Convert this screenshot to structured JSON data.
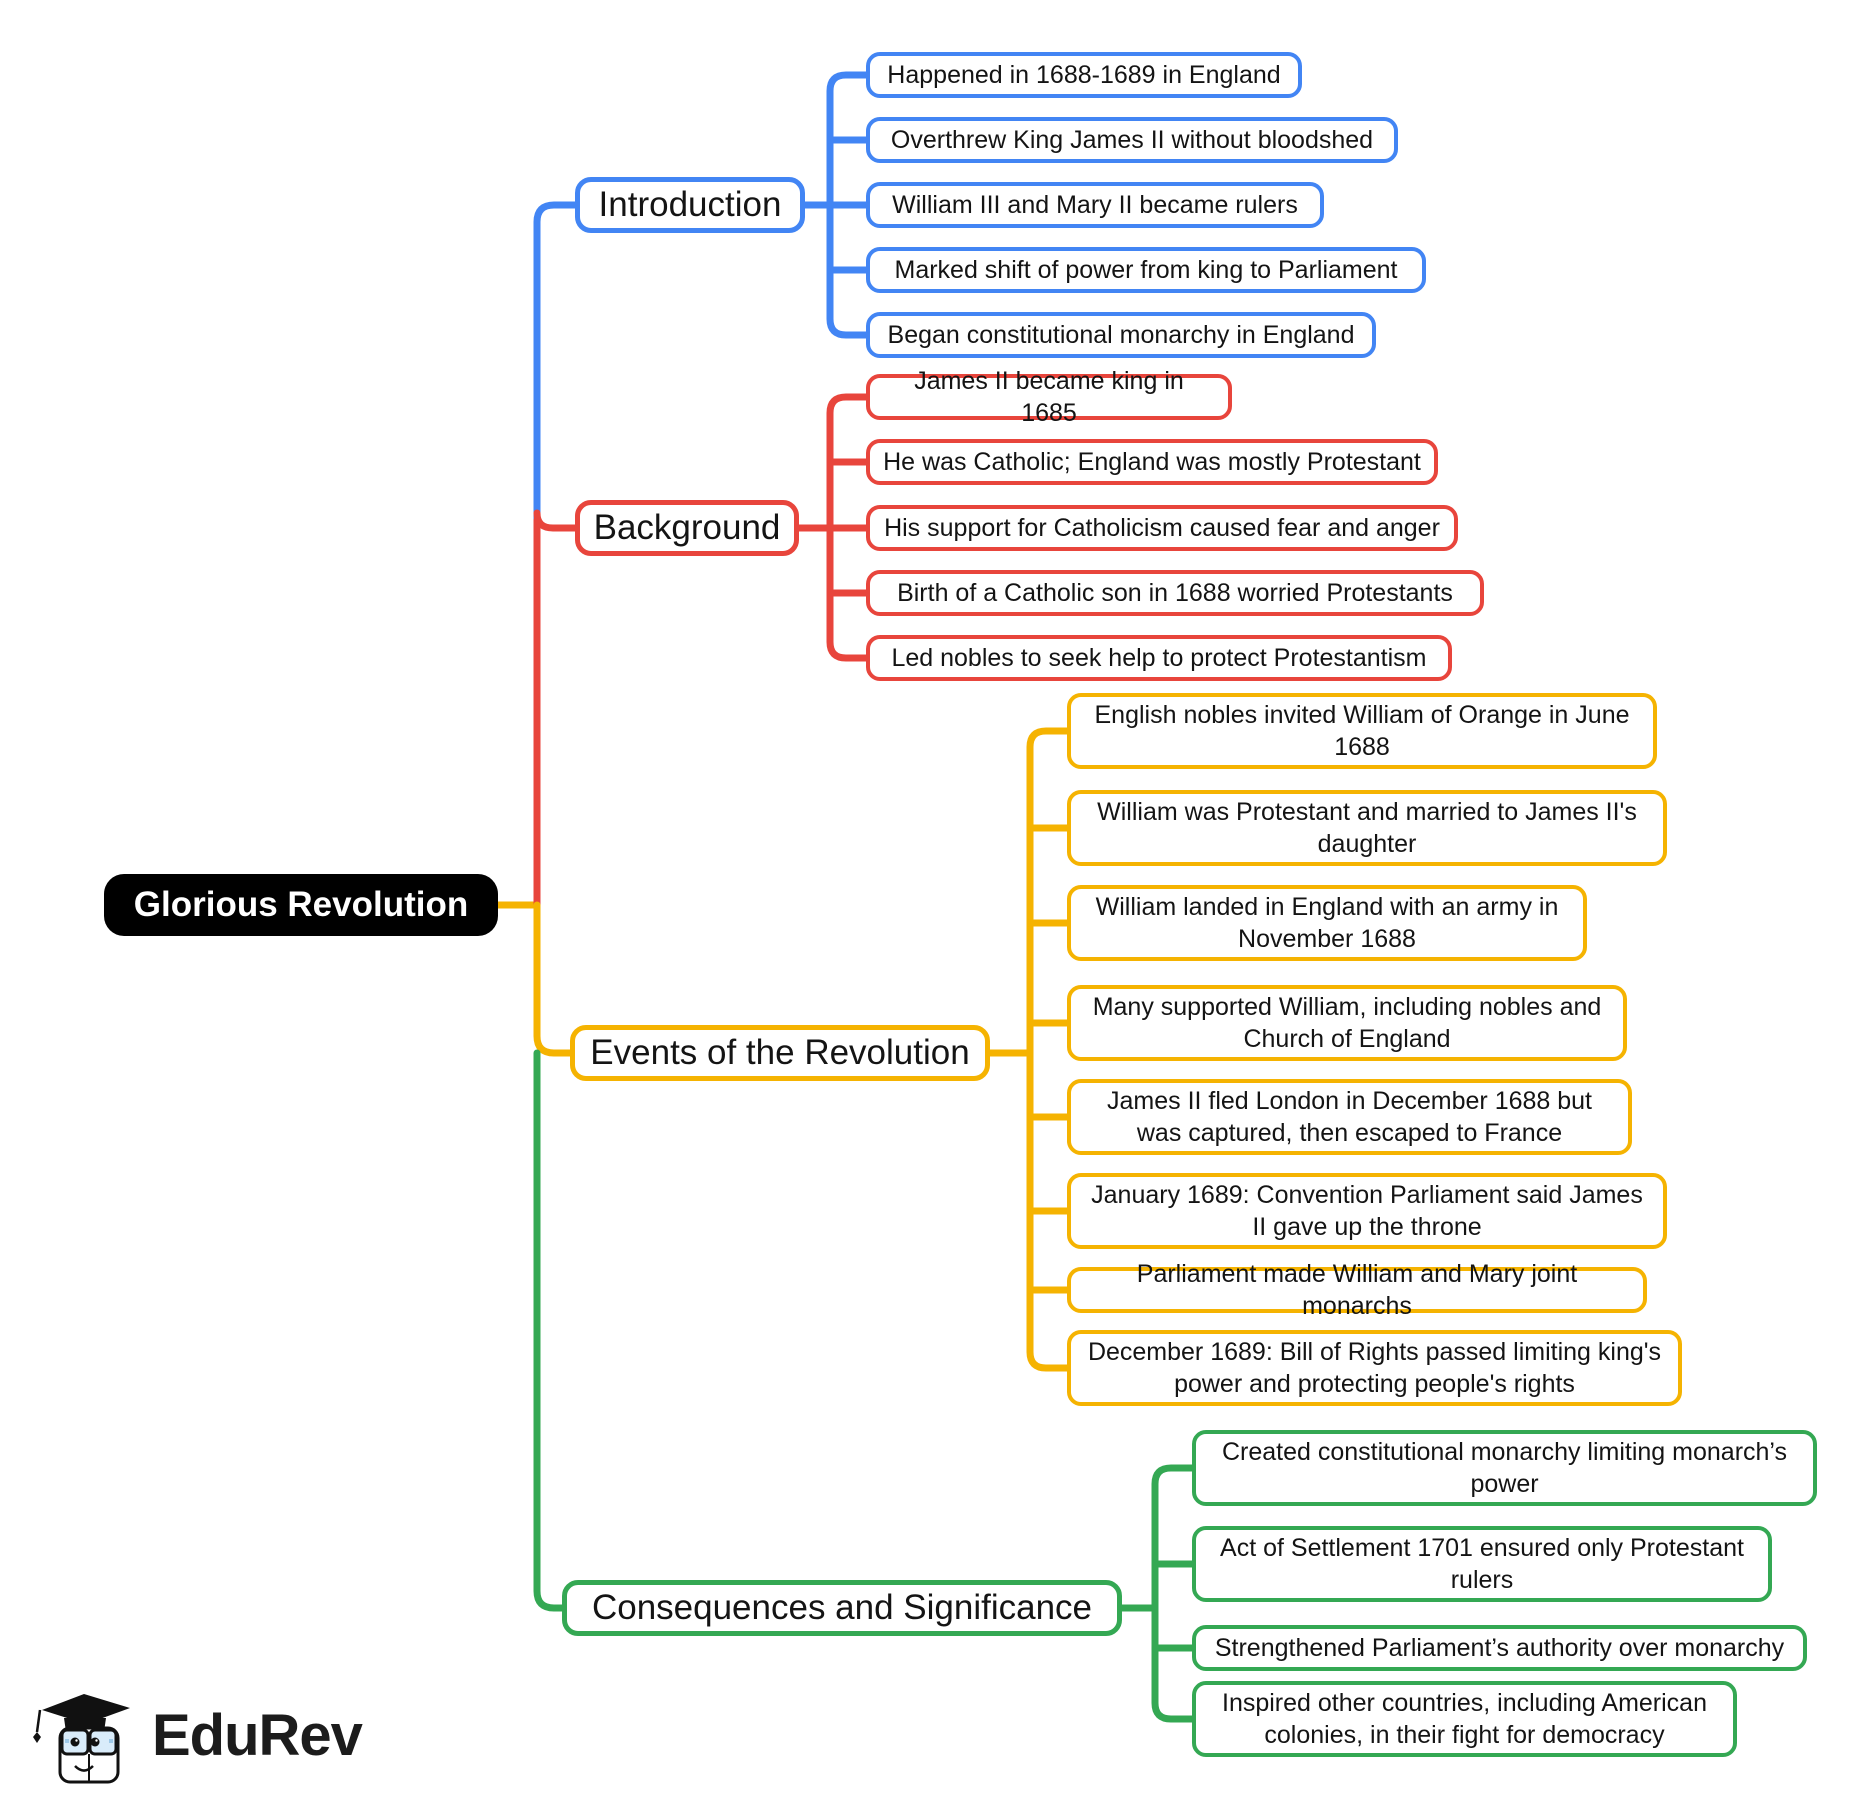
{
  "central": {
    "label": "Glorious Revolution"
  },
  "colors": {
    "blue": "#4285f4",
    "red": "#e8453c",
    "yellow": "#f5b301",
    "green": "#34a853",
    "node_bg": "#000000",
    "ink": "#141414"
  },
  "branches": [
    {
      "label": "Introduction",
      "color": "#4285f4",
      "children": [
        "Happened in 1688-1689 in England",
        "Overthrew King James II without bloodshed",
        "William III and Mary II became rulers",
        "Marked shift of power from king to Parliament",
        "Began constitutional monarchy in England"
      ]
    },
    {
      "label": "Background",
      "color": "#e8453c",
      "children": [
        "James II became king in 1685",
        "He was Catholic; England was mostly Protestant",
        "His support for Catholicism caused fear and anger",
        "Birth of a Catholic son in 1688 worried Protestants",
        "Led nobles to seek help to protect Protestantism"
      ]
    },
    {
      "label": "Events of the Revolution",
      "color": "#f5b301",
      "children": [
        "English nobles invited William of Orange in June 1688",
        "William was Protestant and married to James II's daughter",
        "William landed in England with an army in November 1688",
        "Many supported William, including nobles and Church of England",
        "James II fled London in December 1688 but was captured, then escaped to France",
        "January 1689: Convention Parliament said James II gave up the throne",
        "Parliament made William and Mary joint monarchs",
        "December 1689: Bill of Rights passed limiting king's power and protecting people's rights"
      ]
    },
    {
      "label": "Consequences and Significance",
      "color": "#34a853",
      "children": [
        "Created constitutional monarchy limiting monarch’s power",
        "Act of Settlement 1701 ensured only Protestant rulers",
        "Strengthened Parliament’s authority over monarchy",
        "Inspired other countries, including American colonies, in their fight for democracy"
      ]
    }
  ],
  "logo": {
    "brand": "EduRev"
  }
}
